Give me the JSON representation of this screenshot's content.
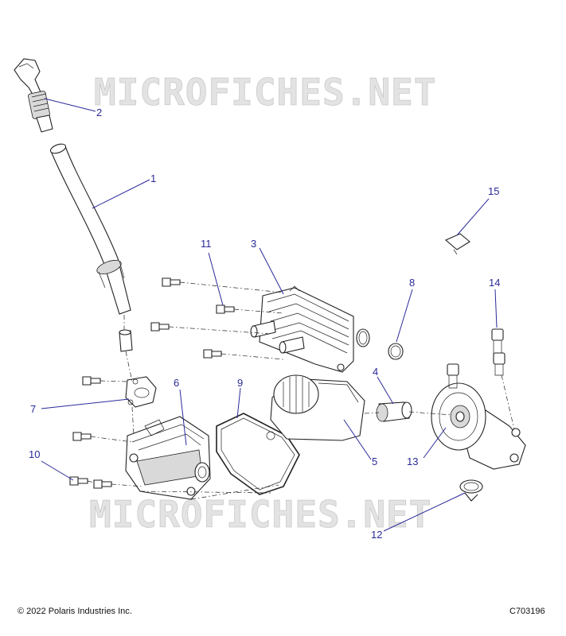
{
  "watermarks": [
    "MICROFICHES.NET",
    "MICROFICHES.NET"
  ],
  "callouts": [
    "1",
    "2",
    "3",
    "4",
    "5",
    "6",
    "7",
    "8",
    "9",
    "10",
    "11",
    "12",
    "13",
    "14",
    "15"
  ],
  "footer": {
    "copyright": "© 2022 Polaris Industries Inc.",
    "drawing_number": "C703196"
  }
}
